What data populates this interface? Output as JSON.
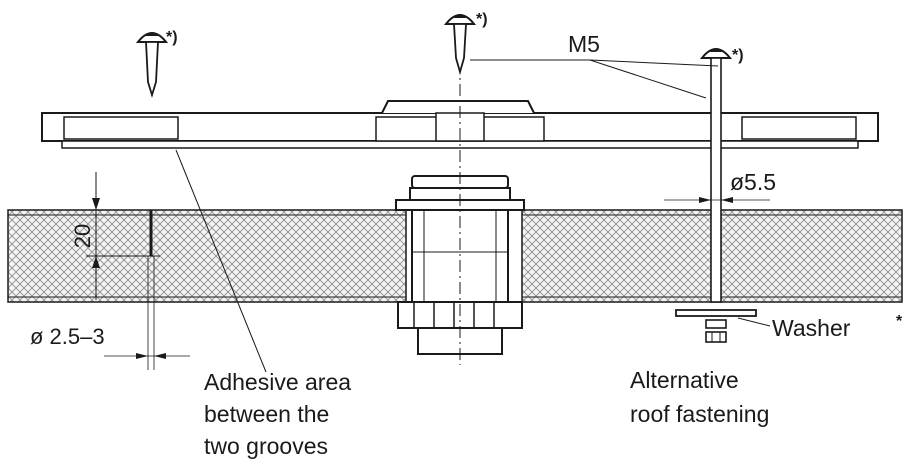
{
  "labels": {
    "screw_note_1": "*)",
    "screw_note_2": "*)",
    "screw_note_3": "*)",
    "thread": "M5",
    "hole_diameter": "ø5.5",
    "depth": "20",
    "groove_diameter": "ø 2.5–3",
    "washer": "Washer",
    "washer_note": "*",
    "adhesive_line1": "Adhesive area",
    "adhesive_line2": "between the",
    "adhesive_line3": "two grooves",
    "alt_line1": "Alternative",
    "alt_line2": "roof fastening"
  },
  "colors": {
    "line": "#1a1a1a",
    "hatch": "#7a7a7a",
    "roof_fill": "#f2f2f2"
  }
}
